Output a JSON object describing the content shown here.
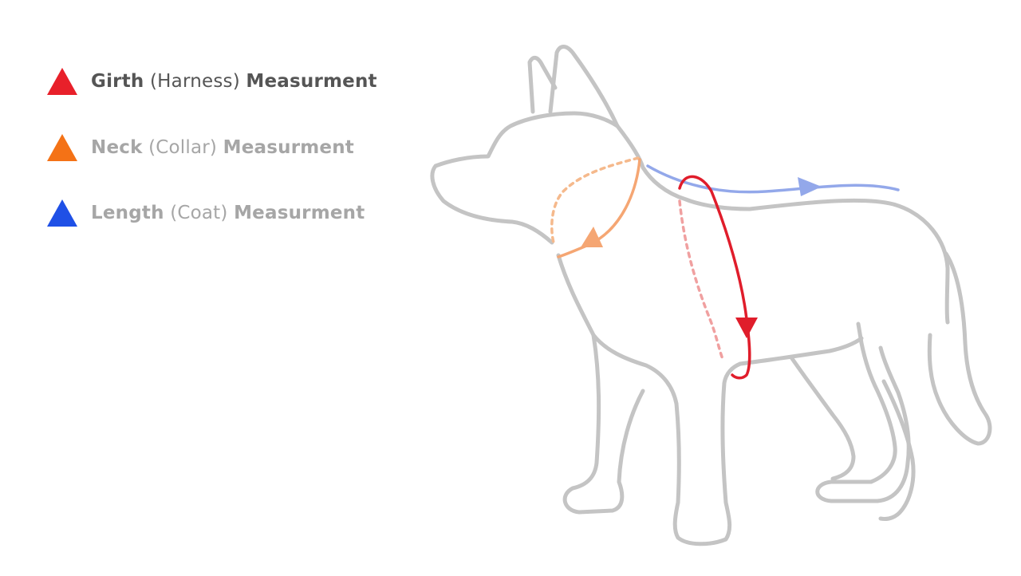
{
  "legend": {
    "items": [
      {
        "key": "girth",
        "name": "Girth",
        "paren": "(Harness)",
        "suffix": "Measurment",
        "color": "#e8202a"
      },
      {
        "key": "neck",
        "name": "Neck",
        "paren": "(Collar)",
        "suffix": "Measurment",
        "color": "#f47216"
      },
      {
        "key": "length",
        "name": "Length",
        "paren": "(Coat)",
        "suffix": "Measurment",
        "color": "#1f50e6"
      }
    ]
  },
  "diagram": {
    "subject": "dog-outline-icon",
    "outline_color": "#c4c4c4",
    "girth_line_color": "#e01d2b",
    "girth_dotted_color": "#f0a0a0",
    "neck_line_color": "#f5a673",
    "neck_dotted_color": "#f5b98c",
    "length_line_color": "#93a8ea"
  }
}
